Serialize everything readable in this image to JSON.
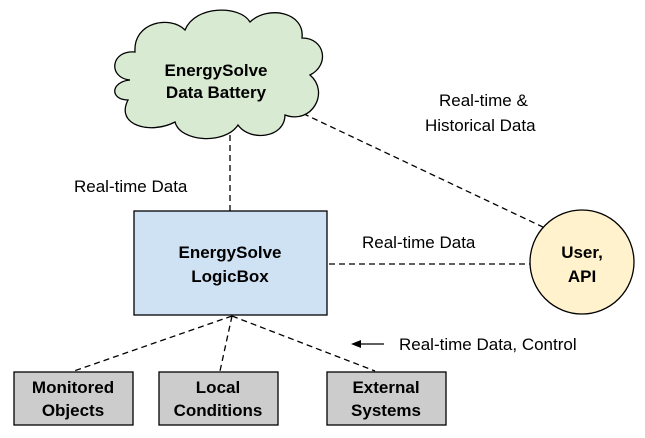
{
  "colors": {
    "cloud_fill": "#d9ead3",
    "logicbox_fill": "#cfe2f3",
    "user_fill": "#fff2cc",
    "source_fill": "#cccccc",
    "stroke": "#000000"
  },
  "nodes": {
    "cloud": {
      "line1": "EnergySolve",
      "line2": "Data Battery"
    },
    "logicbox": {
      "line1": "EnergySolve",
      "line2": "LogicBox"
    },
    "user": {
      "line1": "User,",
      "line2": "API"
    },
    "monitored": {
      "line1": "Monitored",
      "line2": "Objects"
    },
    "local": {
      "line1": "Local",
      "line2": "Conditions"
    },
    "external": {
      "line1": "External",
      "line2": "Systems"
    }
  },
  "edges": {
    "cloud_logicbox": "Real-time Data",
    "cloud_user_line1": "Real-time &",
    "cloud_user_line2": "Historical Data",
    "logicbox_user": "Real-time Data",
    "sources_logicbox": "Real-time Data, Control"
  }
}
